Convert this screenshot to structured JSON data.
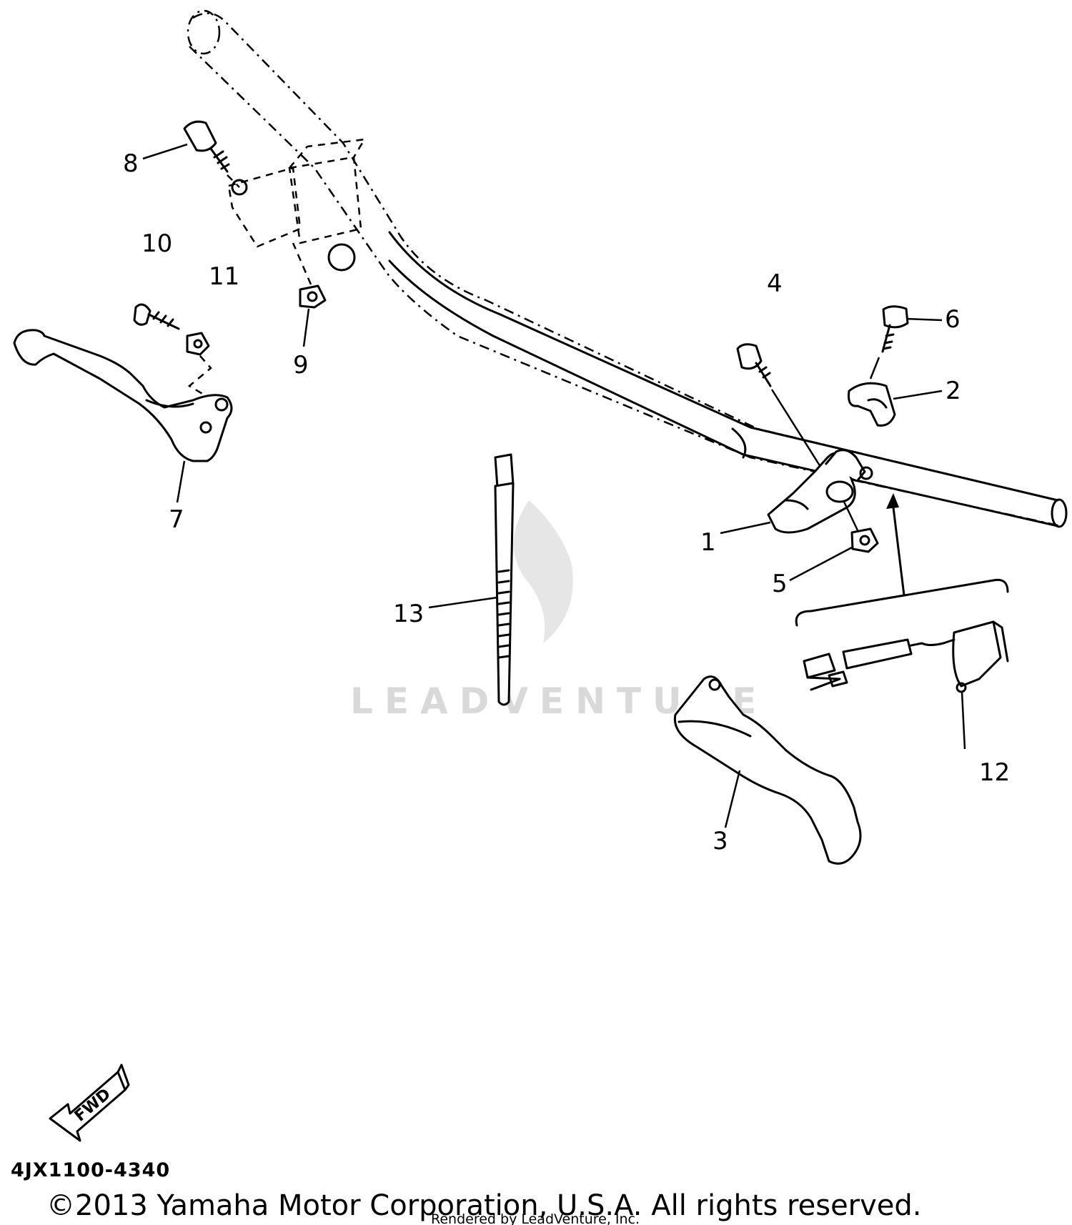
{
  "diagram": {
    "part_callouts": [
      "1",
      "2",
      "3",
      "4",
      "5",
      "6",
      "7",
      "8",
      "9",
      "10",
      "11",
      "12",
      "13"
    ],
    "direction_label": "FWD",
    "part_code": "4JX1100-4340",
    "copyright": "©2013 Yamaha Motor Corporation, U.S.A. All rights reserved.",
    "rendered_by": "Rendered by LeadVenture, Inc.",
    "watermark": "LEADVENTURE"
  }
}
